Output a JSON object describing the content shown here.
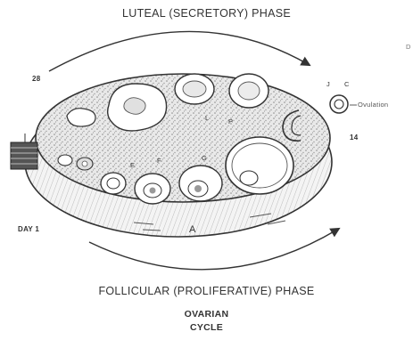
{
  "titles": {
    "top": "LUTEAL (SECRETORY) PHASE",
    "bottom": "FOLLICULAR (PROLIFERATIVE) PHASE",
    "cycle_line1": "OVARIAN",
    "cycle_line2": "CYCLE"
  },
  "labels": {
    "day28": "28",
    "day14": "14",
    "day1": "DAY 1",
    "ovulation": "Ovulation",
    "top_c": "C",
    "top_j": "J",
    "stage_e": "E",
    "stage_f": "F",
    "stage_g": "G",
    "stage_l": "L",
    "stage_p": "P",
    "stage_a": "A",
    "corner": "D"
  }
}
